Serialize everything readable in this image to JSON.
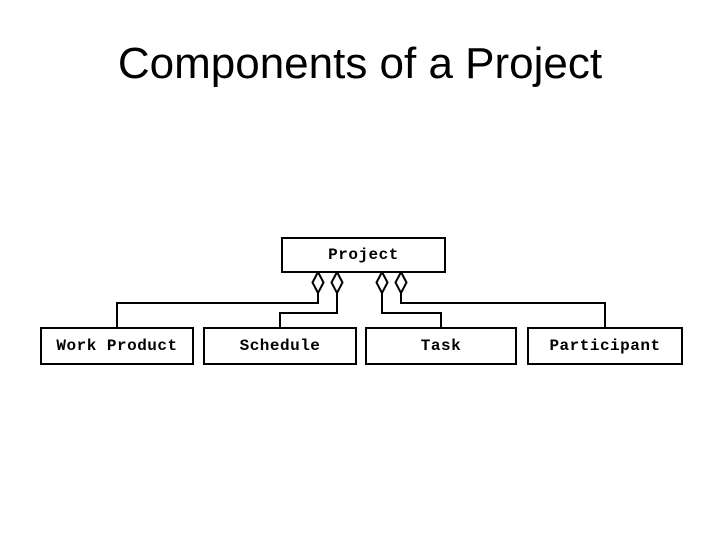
{
  "slide": {
    "title": "Components of a Project"
  },
  "diagram": {
    "type": "uml-aggregation",
    "parent": {
      "label": "Project"
    },
    "children": [
      {
        "label": "Work Product"
      },
      {
        "label": "Schedule"
      },
      {
        "label": "Task"
      },
      {
        "label": "Participant"
      }
    ],
    "connector_style": "hollow-diamond-aggregation",
    "colors": {
      "background": "#ffffff",
      "line": "#000000",
      "box_fill": "#ffffff",
      "text": "#000000"
    }
  }
}
